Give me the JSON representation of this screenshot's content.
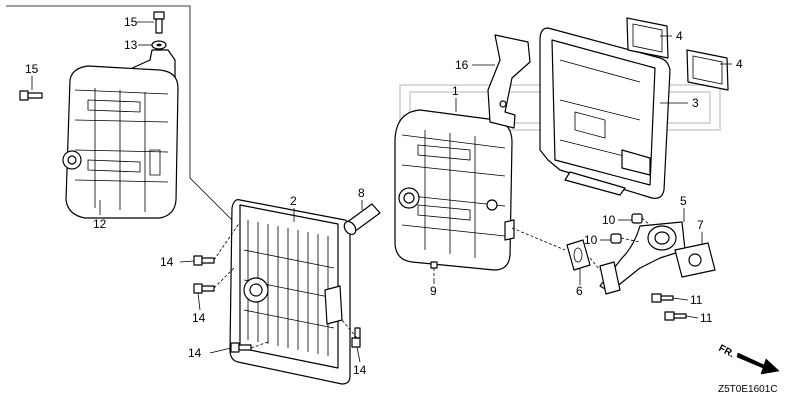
{
  "callouts": {
    "c1": "1",
    "c2": "2",
    "c3": "3",
    "c4a": "4",
    "c4b": "4",
    "c5": "5",
    "c6": "6",
    "c7": "7",
    "c8": "8",
    "c9": "9",
    "c10a": "10",
    "c10b": "10",
    "c11a": "11",
    "c11b": "11",
    "c12": "12",
    "c13": "13",
    "c14a": "14",
    "c14b": "14",
    "c14c": "14",
    "c14d": "14",
    "c15a": "15",
    "c15b": "15",
    "c16": "16"
  },
  "direction_label": "FR.",
  "drawing_code": "Z5T0E1601C",
  "colors": {
    "line": "#000000",
    "background": "#ffffff",
    "watermark": "#d9d9d9"
  }
}
